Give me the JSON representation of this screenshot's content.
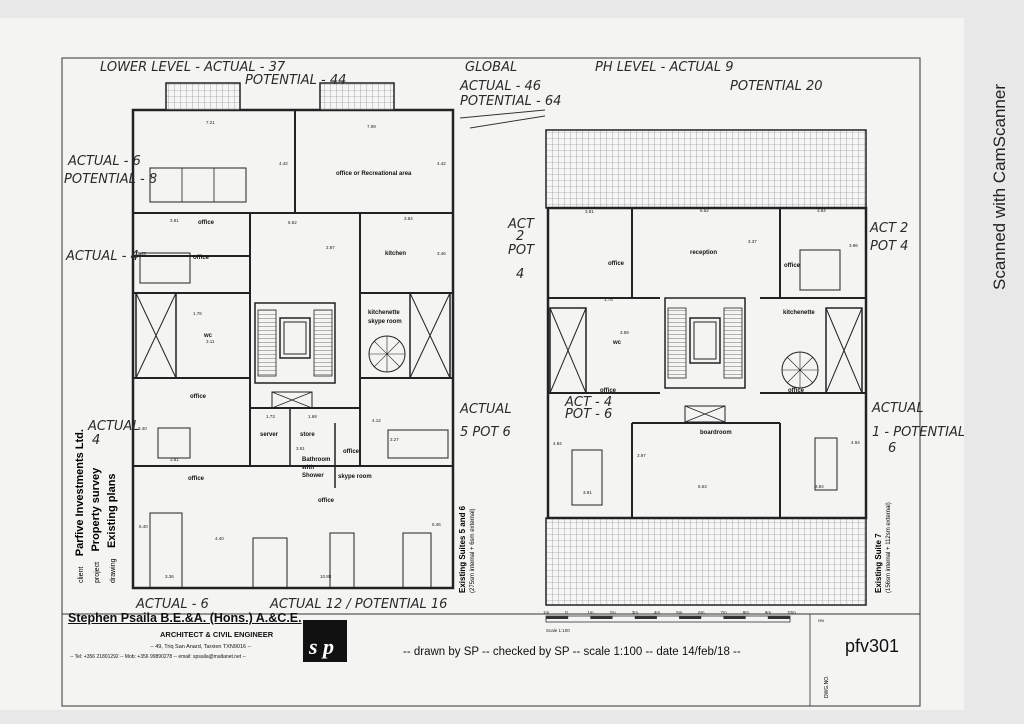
{
  "watermark": "Scanned with CamScanner",
  "notes": {
    "lower_level": "LOWER LEVEL - ACTUAL - 37",
    "lower_potential": "POTENTIAL - 44",
    "global": "GLOBAL",
    "global_actual": "ACTUAL - 46",
    "global_potential": "POTENTIAL - 64",
    "ph_level": "PH LEVEL - ACTUAL 9",
    "ph_potential": "POTENTIAL 20",
    "l_act6": "ACTUAL - 6",
    "l_pot8": "POTENTIAL - 8",
    "l_act4": "ACTUAL - 4",
    "l_act4b": "ACTUAL",
    "l_act4b_num": "4",
    "l_bottom_left": "ACTUAL - 6",
    "l_bottom_mid": "ACTUAL 12 / POTENTIAL 16",
    "l_act5": "ACTUAL",
    "l_pot6": "5 POT 6",
    "r_act2": "ACT",
    "r_act2b": "2",
    "r_pot": "POT",
    "r_pot4": "4",
    "r_act2_right": "ACT 2",
    "r_pot4_right": "POT 4",
    "r_act4": "ACT - 4",
    "r_pot6": "POT - 6",
    "r_actual": "ACTUAL",
    "r_pot_right": "1 - POTENTIAL",
    "r_pot_right_num": "6"
  },
  "rooms_lower": {
    "office_top": "office",
    "office_rec": "office or Recreational area",
    "office2": "office",
    "kitchen": "kitchen",
    "kitchenette": "kitchenette",
    "skype_room": "skype room",
    "wc": "wc",
    "office3": "office",
    "server": "server",
    "store": "store",
    "office4": "office",
    "bathroom": "Bathroom",
    "with": "with",
    "shower": "Shower",
    "skype2": "skype room",
    "office5": "office",
    "office6": "office"
  },
  "rooms_upper": {
    "office1": "office",
    "reception": "reception",
    "office2": "office",
    "kitchenette": "kitchenette",
    "wc": "wc",
    "office3": "office",
    "office4": "office",
    "boardroom": "boardroom"
  },
  "dims_lower": [
    "7.21",
    "7.09",
    "4.42",
    "4.42",
    "3.81",
    "6.52",
    "3.84",
    "3.45",
    "2.87",
    "3.46",
    "1.76",
    "3.11",
    "1.73",
    "1.69",
    "3.40",
    "4.12",
    "3.51",
    "3.27",
    "3.81",
    "5.40",
    "4.40",
    "5.46",
    "3.36",
    "10.88"
  ],
  "dims_upper": [
    "3.81",
    "6.52",
    "3.84",
    "3.37",
    "3.96",
    "1.76",
    "3.59",
    "4.94",
    "3.97",
    "6.53",
    "4.94",
    "3.81",
    "3.84"
  ],
  "suite_left": "Existing Suites 5 and 6",
  "suite_left_area": "(275sm internal + 6sm external)",
  "suite_right": "Existing Suite 7",
  "suite_right_area": "(156sm internal + 112sm external)",
  "side_labels": {
    "client_k": "client",
    "client_v": "Parfive Investments Ltd.",
    "project_k": "project",
    "project_v": "Property survey",
    "drawing_k": "drawing",
    "drawing_v": "Existing plans"
  },
  "scale_bar": {
    "ticks": [
      "1m",
      "0",
      "1m",
      "2m",
      "3m",
      "4m",
      "5m",
      "6m",
      "7m",
      "8m",
      "9m",
      "10m"
    ],
    "label": "Scale 1:100"
  },
  "title_block": {
    "architect": "Stephen Psaila B.E.&A. (Hons.) A.&C.E.",
    "role": "ARCHITECT & CIVIL ENGINEER",
    "address": "-- 49, Triq San Anard, Tarxien TXN9016 --",
    "contact": "-- Tel: +356 21801292 -- Mob: +356 99890278 -- email: spsaila@maltanet.net --",
    "logo_text": "s p",
    "drawn": "-- drawn by SP -- checked by SP -- scale 1:100 -- date 14/feb/18 --",
    "rev_label": "rev",
    "dwg_label": "DWG.NO.",
    "dwg_no": "pfv301"
  }
}
